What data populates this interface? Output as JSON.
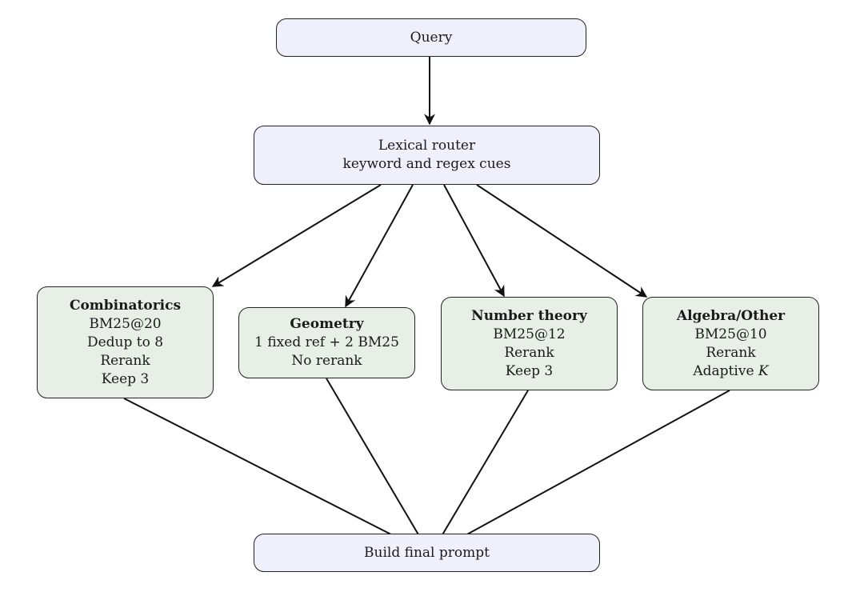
{
  "nodes": {
    "query": {
      "label": "Query"
    },
    "router": {
      "line1": "Lexical router",
      "line2": "keyword and regex cues"
    },
    "combinatorics": {
      "title": "Combinatorics",
      "lines": [
        "BM25@20",
        "Dedup to 8",
        "Rerank",
        "Keep 3"
      ]
    },
    "geometry": {
      "title": "Geometry",
      "lines": [
        "1 fixed ref + 2 BM25",
        "No rerank"
      ]
    },
    "number_theory": {
      "title": "Number theory",
      "lines": [
        "BM25@12",
        "Rerank",
        "Keep 3"
      ]
    },
    "algebra_other": {
      "title": "Algebra/Other",
      "lines": [
        "BM25@10",
        "Rerank",
        "Adaptive "
      ],
      "k_symbol": "K"
    },
    "build": {
      "label": "Build final prompt"
    }
  },
  "colors": {
    "top_box_fill": "#f0f0fc",
    "route_box_fill": "#e7efe6",
    "stroke": "#222222"
  }
}
